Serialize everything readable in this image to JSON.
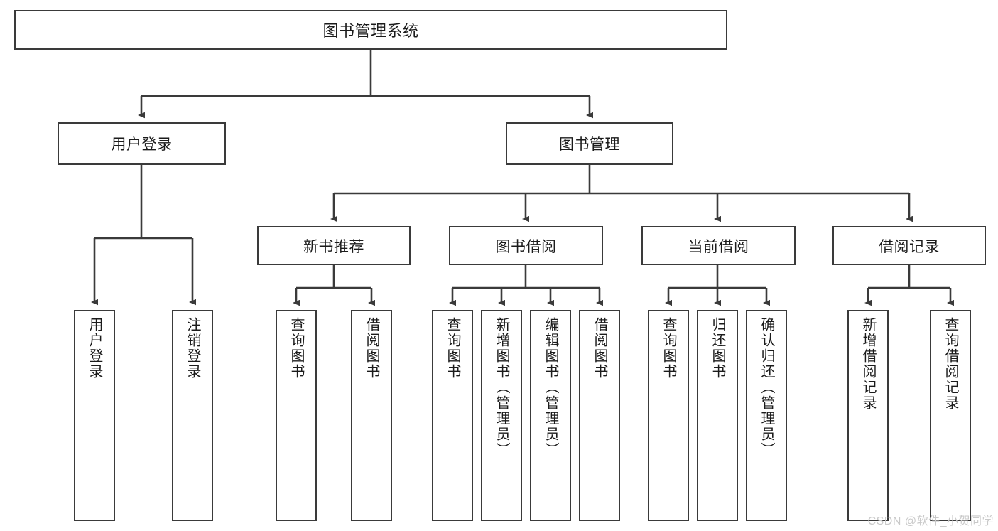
{
  "diagram": {
    "title": "图书管理系统",
    "type": "functional-structure-tree",
    "watermark": "CSDN @软件_小贺同学",
    "colors": {
      "box_border": "#3a3a3a",
      "box_fill": "#ffffff",
      "edge": "#3a3a3a",
      "text": "#1b1b1b",
      "watermark": "#c9c9c9"
    }
  },
  "nodes": {
    "root": {
      "label": "图书管理系统"
    },
    "level2": [
      {
        "id": "user-login",
        "label": "用户登录"
      },
      {
        "id": "book-management",
        "label": "图书管理"
      }
    ],
    "level3": [
      {
        "id": "new-book-recommend",
        "label": "新书推荐"
      },
      {
        "id": "book-borrow",
        "label": "图书借阅"
      },
      {
        "id": "current-borrow",
        "label": "当前借阅"
      },
      {
        "id": "borrow-record",
        "label": "借阅记录"
      }
    ],
    "leaves": {
      "user_login": [
        {
          "id": "leaf-user-login",
          "label": "用户登录"
        },
        {
          "id": "leaf-user-logout",
          "label": "注销登录"
        }
      ],
      "new_book_recommend": [
        {
          "id": "leaf-query-book-1",
          "label": "查询图书"
        },
        {
          "id": "leaf-borrow-book-1",
          "label": "借阅图书"
        }
      ],
      "book_borrow": [
        {
          "id": "leaf-query-book-2",
          "label": "查询图书"
        },
        {
          "id": "leaf-add-book",
          "label": "新增图书（管理员）"
        },
        {
          "id": "leaf-edit-book",
          "label": "编辑图书（管理员）"
        },
        {
          "id": "leaf-borrow-book-2",
          "label": "借阅图书"
        }
      ],
      "current_borrow": [
        {
          "id": "leaf-query-book-3",
          "label": "查询图书"
        },
        {
          "id": "leaf-return-book",
          "label": "归还图书"
        },
        {
          "id": "leaf-confirm-return",
          "label": "确认归还（管理员）"
        }
      ],
      "borrow_record": [
        {
          "id": "leaf-add-record",
          "label": "新增借阅记录"
        },
        {
          "id": "leaf-query-record",
          "label": "查询借阅记录"
        }
      ]
    }
  }
}
